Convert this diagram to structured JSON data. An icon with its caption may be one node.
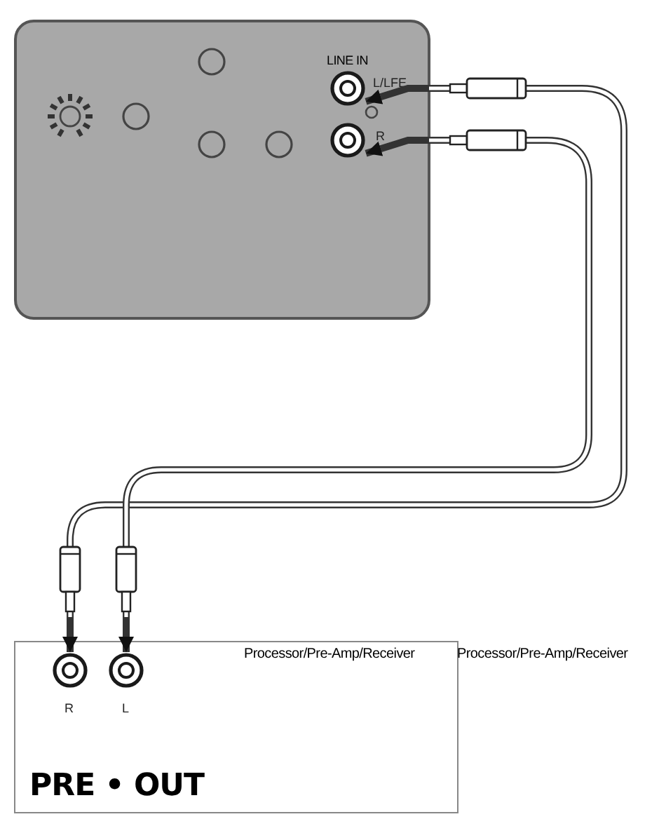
{
  "diagram": {
    "nodes": [
      {
        "text": [],
        "shape": "box"
      },
      {
        "text": [],
        "shape": "circle",
        "in": 0,
        "beside": [
          "L/LFE"
        ]
      },
      {
        "text": [],
        "shape": "circle",
        "in": 0,
        "beside": [
          "R"
        ]
      },
      {
        "text": [
          "PRE • OUT"
        ]
      },
      {
        "text": [],
        "shape": "circle",
        "in": 3,
        "beside": [
          "R"
        ]
      },
      {
        "text": [],
        "shape": "circle",
        "in": 3,
        "beside": [
          "L"
        ]
      }
    ],
    "edges": [
      {
        "from": 1,
        "to": 4,
        "arrow": "both"
      },
      {
        "from": 2,
        "to": 5,
        "arrow": "both"
      }
    ],
    "labels": [
      "LINE IN",
      "Processor/Pre-Amp/Receiver",
      "Processor/Pre-Amp/Receiver"
    ]
  }
}
